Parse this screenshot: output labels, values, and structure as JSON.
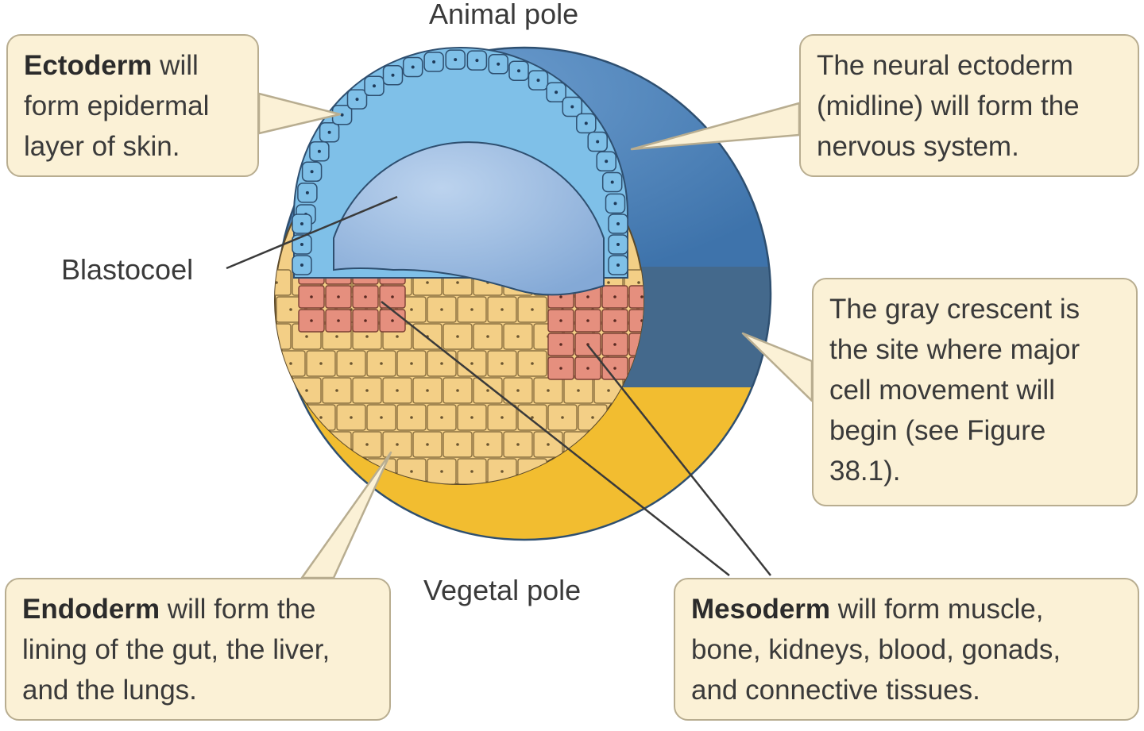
{
  "colors": {
    "ectoderm": "#7fc0e8",
    "blastocoel": "#9bbde2",
    "neural_ectoderm": "#4f86bd",
    "gray_crescent": "#44698c",
    "mesoderm": "#e58f7e",
    "endoderm": "#f3cf86",
    "yolk": "#f2bd30",
    "callout_fill": "#fbf1d6",
    "callout_border": "#b8ad90"
  },
  "labels": {
    "animal_pole": "Animal pole",
    "vegetal_pole": "Vegetal pole",
    "blastocoel": "Blastocoel"
  },
  "callouts": {
    "ectoderm": {
      "term": "Ectoderm",
      "text": " will\nform epidermal\nlayer of skin."
    },
    "neural": {
      "text": "The neural ectoderm\n(midline) will form the\nnervous system."
    },
    "gray_crescent": {
      "text": "The gray crescent is\nthe site where major\ncell movement will\nbegin (see Figure\n38.1)."
    },
    "endoderm": {
      "term": "Endoderm",
      "text": " will form the\nlining of the gut, the liver,\nand the lungs."
    },
    "mesoderm": {
      "term": "Mesoderm",
      "text": " will form muscle,\nbone, kidneys, blood, gonads,\nand connective tissues."
    }
  }
}
